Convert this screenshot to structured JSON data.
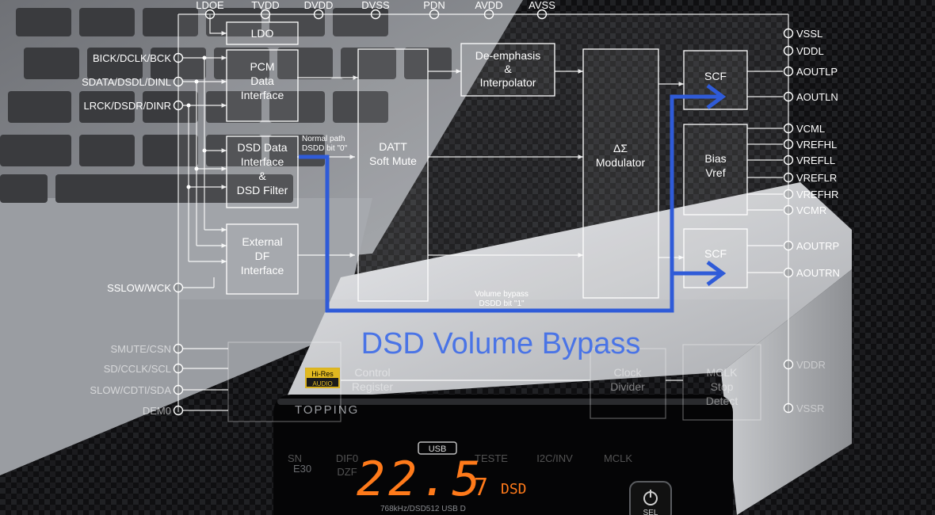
{
  "diagram": {
    "title": "DSD Volume Bypass",
    "top_pins": [
      "LDOE",
      "TVDD",
      "DVDD",
      "DVSS",
      "PDN",
      "AVDD",
      "AVSS"
    ],
    "left_pins": [
      "BICK/DCLK/BCK",
      "SDATA/DSDL/DINL",
      "LRCK/DSDR/DINR",
      "SSLOW/WCK"
    ],
    "left_pins_lower": [
      "SMUTE/CSN",
      "SD/CCLK/SCL",
      "SLOW/CDTI/SDA",
      "DEM0"
    ],
    "right_pins": [
      "VSSL",
      "VDDL",
      "AOUTLP",
      "AOUTLN",
      "VCML",
      "VREFHL",
      "VREFLL",
      "VREFLR",
      "VREFHR",
      "VCMR",
      "AOUTRP",
      "AOUTRN"
    ],
    "right_pins_lower": [
      "VDDR",
      "VSSR"
    ],
    "bottom_pins": [
      "SN",
      "DIF0",
      "DZF",
      "TESTE",
      "I2C/INV",
      "MCLK"
    ],
    "blocks": {
      "ldo": "LDO",
      "pcm": [
        "PCM",
        "Data",
        "Interface"
      ],
      "dsd": [
        "DSD Data",
        "Interface",
        "&",
        "DSD Filter"
      ],
      "ext": [
        "External",
        "DF",
        "Interface"
      ],
      "deemph": [
        "De-emphasis",
        "&",
        "Interpolator"
      ],
      "datt": [
        "DATT",
        "Soft Mute"
      ],
      "mod": [
        "ΔΣ",
        "Modulator"
      ],
      "scf_top": "SCF",
      "bias": [
        "Bias",
        "Vref"
      ],
      "scf_bottom": "SCF",
      "control": [
        "Control",
        "Register"
      ],
      "clock": [
        "Clock",
        "Divider"
      ],
      "mclk": [
        "MCLK",
        "Stop",
        "Detect"
      ]
    },
    "notes": {
      "normal": [
        "Normal path",
        "DSDD bit \"0\""
      ],
      "bypass": [
        "Volume bypass",
        "DSDD bit \"1\""
      ]
    },
    "colors": {
      "bypass_path": "#2f5bd8",
      "title": "#4a74e6",
      "display": "#ff7a1a"
    }
  },
  "device": {
    "brand": "TOPPING",
    "model": "E30",
    "badge": [
      "Hi-Res",
      "AUDIO"
    ],
    "indicator": "USB",
    "display_value": "22.5",
    "display_suffix": "7",
    "display_unit": "DSD",
    "caption": "768kHz/DSD512 USB D",
    "power_label": "SEL"
  }
}
